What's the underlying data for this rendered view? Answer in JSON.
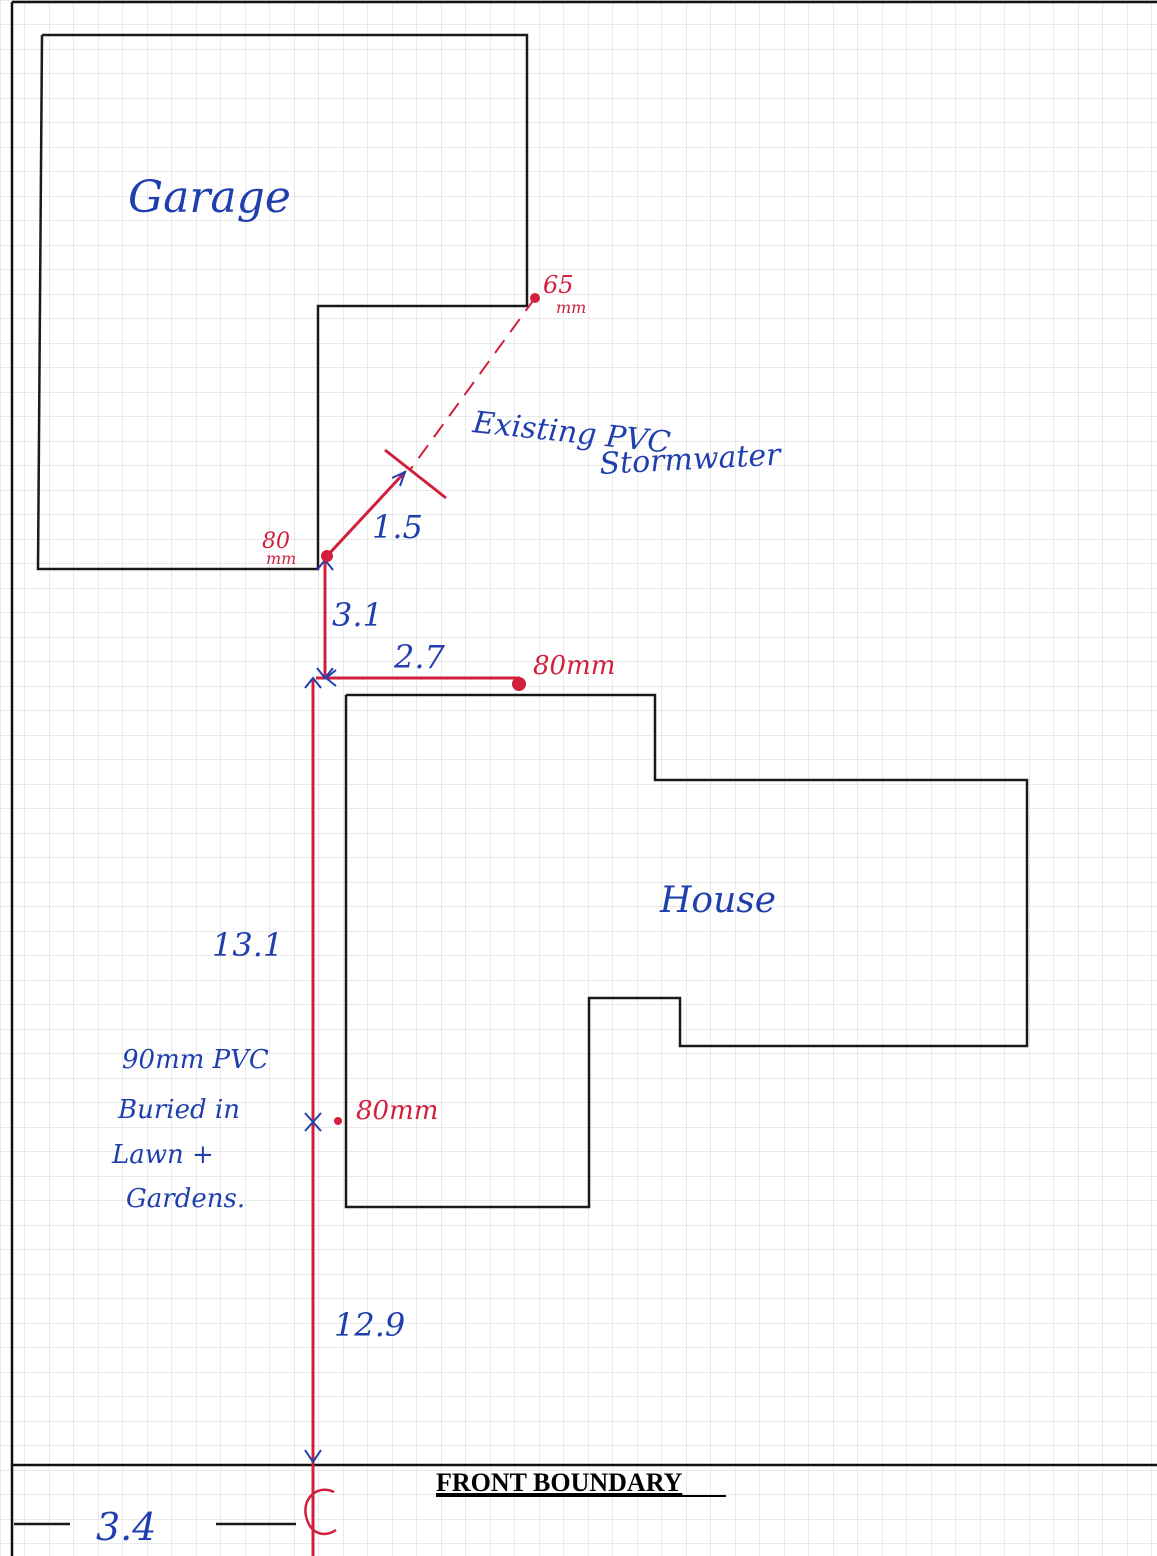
{
  "labels": {
    "garage": "Garage",
    "house": "House",
    "front_boundary": "FRONT BOUNDARY",
    "existing_pvc_line1": "Existing PVC",
    "existing_pvc_line2": "Stormwater",
    "pipe_note_line1": "90mm PVC",
    "pipe_note_line2": "Buried in",
    "pipe_note_line3": "Lawn +",
    "pipe_note_line4": "Gardens."
  },
  "dimensions": {
    "diag_run": "1.5",
    "vertical_top": "3.1",
    "horizontal": "2.7",
    "vertical_mid": "13.1",
    "vertical_bottom": "12.9",
    "offset_from_side": "3.4"
  },
  "pipe_points": {
    "garage_top_corner": {
      "value": "65",
      "unit": "mm"
    },
    "garage_corner": {
      "value": "80",
      "unit": "mm"
    },
    "house_top": "80mm",
    "house_side": "80mm"
  },
  "colors": {
    "pipe": "#d21f3c",
    "handwriting": "#1f3fae",
    "structure": "#1a1a1a",
    "grid": "#d4d4d4"
  }
}
